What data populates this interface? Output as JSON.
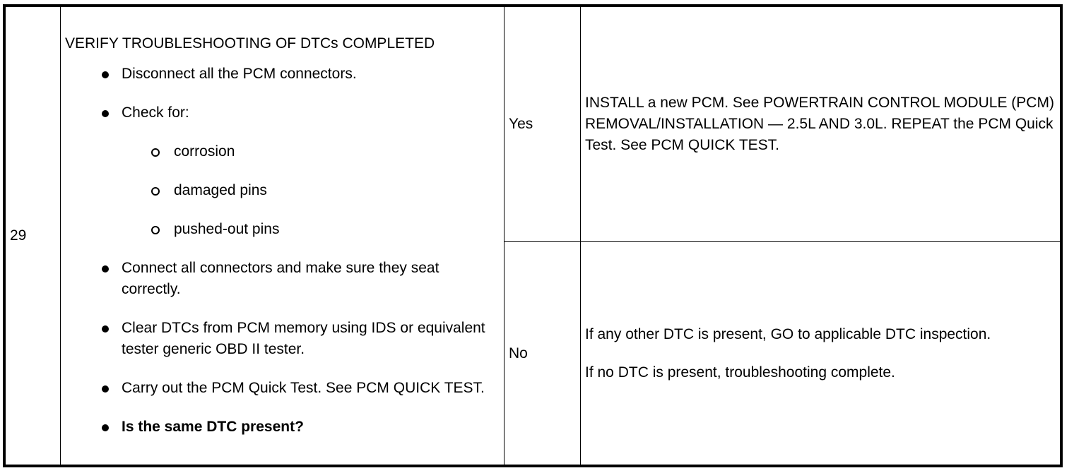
{
  "step": {
    "number": "29",
    "title": "VERIFY TROUBLESHOOTING OF DTCs COMPLETED",
    "checks": [
      {
        "text": "Disconnect all the PCM connectors."
      },
      {
        "text": "Check for:",
        "sub": [
          "corrosion",
          "damaged pins",
          "pushed-out pins"
        ]
      },
      {
        "text": "Connect all connectors and make sure they seat correctly."
      },
      {
        "text": "Clear DTCs from PCM memory using IDS or equivalent tester generic OBD II tester."
      },
      {
        "text": "Carry out the PCM Quick Test. See PCM QUICK TEST."
      },
      {
        "text": "Is the same DTC present?"
      }
    ]
  },
  "results": {
    "yes": {
      "label": "Yes",
      "action": "INSTALL a new PCM. See POWERTRAIN CONTROL MODULE (PCM) REMOVAL/INSTALLATION — 2.5L AND 3.0L. REPEAT the PCM Quick Test. See PCM QUICK TEST."
    },
    "no": {
      "label": "No",
      "action_1": "If any other DTC is present, GO to applicable DTC inspection.",
      "action_2": "If no DTC is present, troubleshooting complete."
    }
  }
}
